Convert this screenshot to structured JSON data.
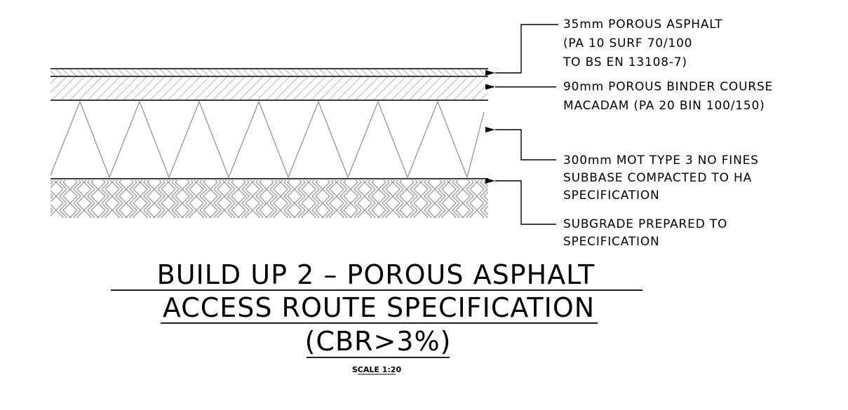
{
  "layers": [
    {
      "id": "surface",
      "lines": [
        "35mm POROUS ASPHALT",
        "(PA 10 SURF 70/100",
        "TO BS EN 13108-7)"
      ]
    },
    {
      "id": "binder",
      "lines": [
        "90mm POROUS BINDER COURSE",
        "MACADAM (PA 20 BIN 100/150)"
      ]
    },
    {
      "id": "subbase",
      "lines": [
        "300mm MOT TYPE 3 NO FINES",
        "SUBBASE COMPACTED TO HA",
        "SPECIFICATION"
      ]
    },
    {
      "id": "subgrade",
      "lines": [
        "SUBGRADE PREPARED TO",
        "SPECIFICATION"
      ]
    }
  ],
  "title": {
    "line1": "BUILD UP 2 – POROUS ASPHALT",
    "line2": "ACCESS ROUTE SPECIFICATION",
    "line3": "(CBR>3%)",
    "scale": "SCALE 1:20"
  },
  "colors": {
    "ink": "#000000",
    "hatch": "#9a9a9a"
  }
}
